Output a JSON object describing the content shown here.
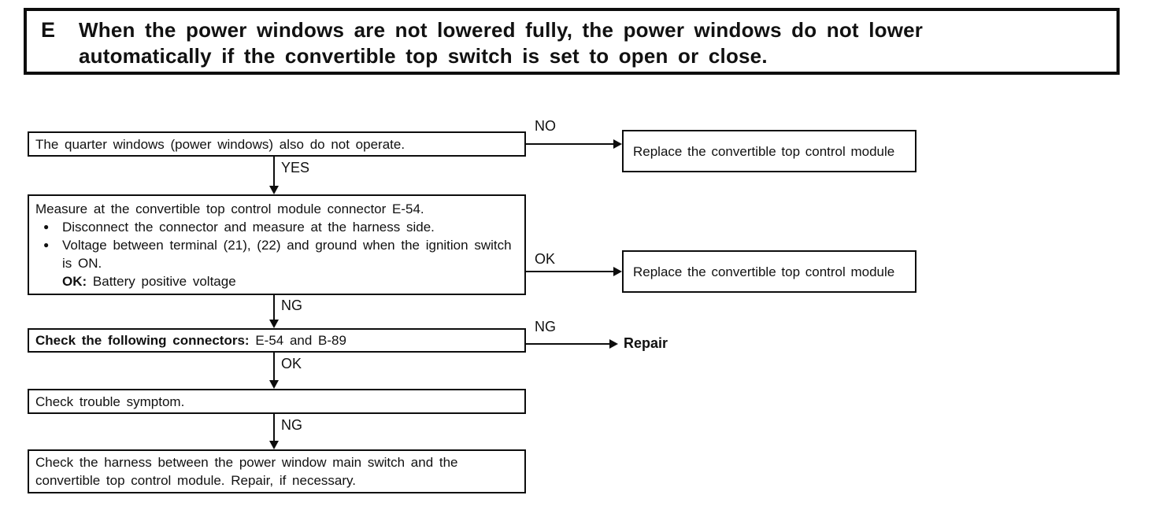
{
  "colors": {
    "ink": "#111111",
    "paper": "#ffffff"
  },
  "icons": {
    "bullet": "●"
  },
  "header": {
    "index": "E",
    "title": "When the power windows are not lowered fully, the power windows do not lower automatically if the convertible top switch is set to open or close."
  },
  "flow": {
    "step1": {
      "text": "The quarter windows (power windows) also do not operate.",
      "no_label": "NO",
      "yes_label": "YES"
    },
    "replace1": {
      "text": "Replace the convertible top control module"
    },
    "step2": {
      "line1": "Measure at the convertible top control module connector E-54.",
      "bullet1": "Disconnect the connector and measure at the harness side.",
      "bullet2": "Voltage between terminal (21), (22) and ground when the ignition switch is ON.",
      "ok_key": "OK:",
      "ok_value": "Battery positive voltage",
      "ok_label": "OK",
      "ng_label": "NG"
    },
    "replace2": {
      "text": "Replace the convertible top control module"
    },
    "step3": {
      "bold": "Check the following connectors:",
      "rest": " E-54 and B-89",
      "ng_label": "NG",
      "ok_label": "OK"
    },
    "repair": {
      "text": "Repair"
    },
    "step4": {
      "text": "Check trouble symptom.",
      "ng_label": "NG"
    },
    "step5": {
      "text": "Check the harness between the power window main switch and the convertible top control module. Repair, if necessary."
    }
  }
}
